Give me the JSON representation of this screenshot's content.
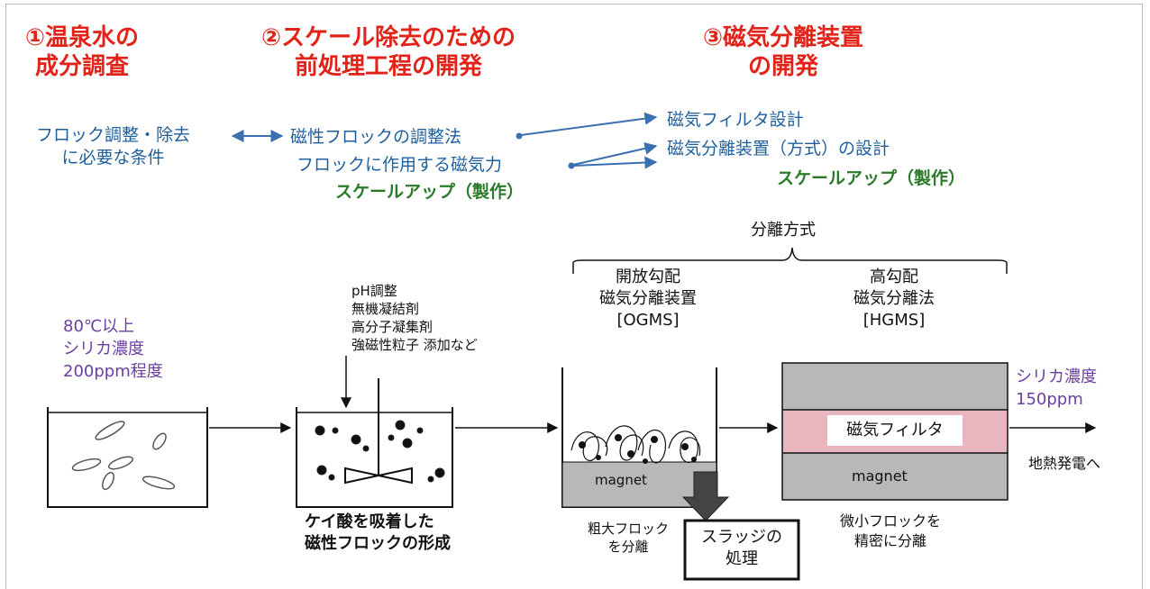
{
  "headings": {
    "step1": [
      "①温泉水の",
      "成分調査"
    ],
    "step2": [
      "②スケール除去のための",
      "前処理工程の開発"
    ],
    "step3": [
      "③磁気分離装置",
      "の開発"
    ]
  },
  "conditions": [
    "フロック調整・除去",
    "に必要な条件"
  ],
  "floc_method": "磁性フロックの調整法",
  "floc_force": "フロックに作用する磁気力",
  "scaleup_2": "スケールアップ（製作）",
  "filter_design": "磁気フィルタ設計",
  "separator_design": "磁気分離装置（方式）の設計",
  "scaleup_3": "スケールアップ（製作）",
  "separation_methods": "分離方式",
  "ogms": [
    "開放勾配",
    "磁気分離装置",
    "[OGMS]"
  ],
  "hgms": [
    "高勾配",
    "磁気分離法",
    "[HGMS]"
  ],
  "hot_spring": [
    "80℃以上",
    "シリカ濃度",
    "200ppm程度"
  ],
  "additives": [
    "pH調整",
    "無機凝結剤",
    "高分子凝集剤",
    "強磁性粒子 添加など"
  ],
  "floc_formation": [
    "ケイ酸を吸着した",
    "磁性フロックの形成"
  ],
  "magnet_label": "magnet",
  "coarse": [
    "粗大フロック",
    "を分離"
  ],
  "sludge": [
    "スラッジの",
    "処理"
  ],
  "filter_label": "磁気フィルタ",
  "outlet": [
    "シリカ濃度",
    "150ppm"
  ],
  "to_power": "地熱発電へ",
  "fine": [
    "微小フロックを",
    "精密に分離"
  ],
  "colors": {
    "heading": "#e2231a",
    "blue_text": "#1f5f9e",
    "green_text": "#2a7a2a",
    "purple_text": "#6b3fa0",
    "filter_band": "#e8b6be",
    "magnet_gray": "#b8b8b8",
    "arrow_blue": "#3a6fb0"
  }
}
